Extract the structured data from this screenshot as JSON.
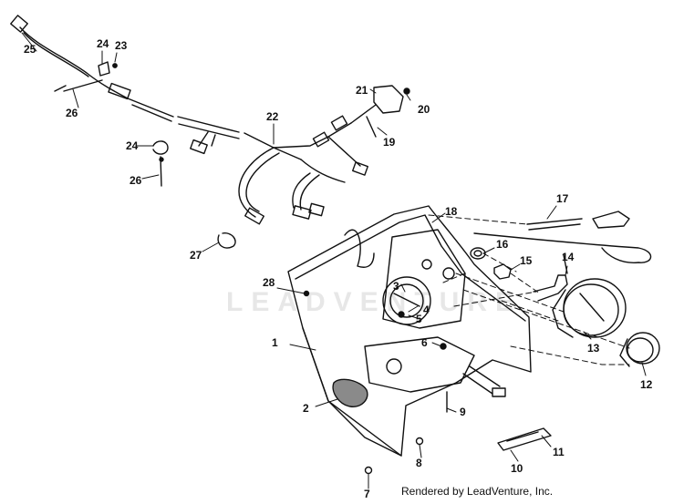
{
  "diagram": {
    "callouts": [
      "1",
      "2",
      "3",
      "4",
      "5",
      "6",
      "7",
      "8",
      "9",
      "10",
      "11",
      "12",
      "13",
      "14",
      "15",
      "16",
      "17",
      "18",
      "19",
      "20",
      "21",
      "22",
      "23",
      "24",
      "24",
      "25",
      "26",
      "26",
      "27",
      "28"
    ]
  },
  "watermark": {
    "text": "LEADVENTURE"
  },
  "footer": {
    "text": "Rendered by LeadVenture, Inc."
  },
  "colors": {
    "ink": "#111111",
    "watermark": "#e7e7e7",
    "background": "#ffffff"
  }
}
